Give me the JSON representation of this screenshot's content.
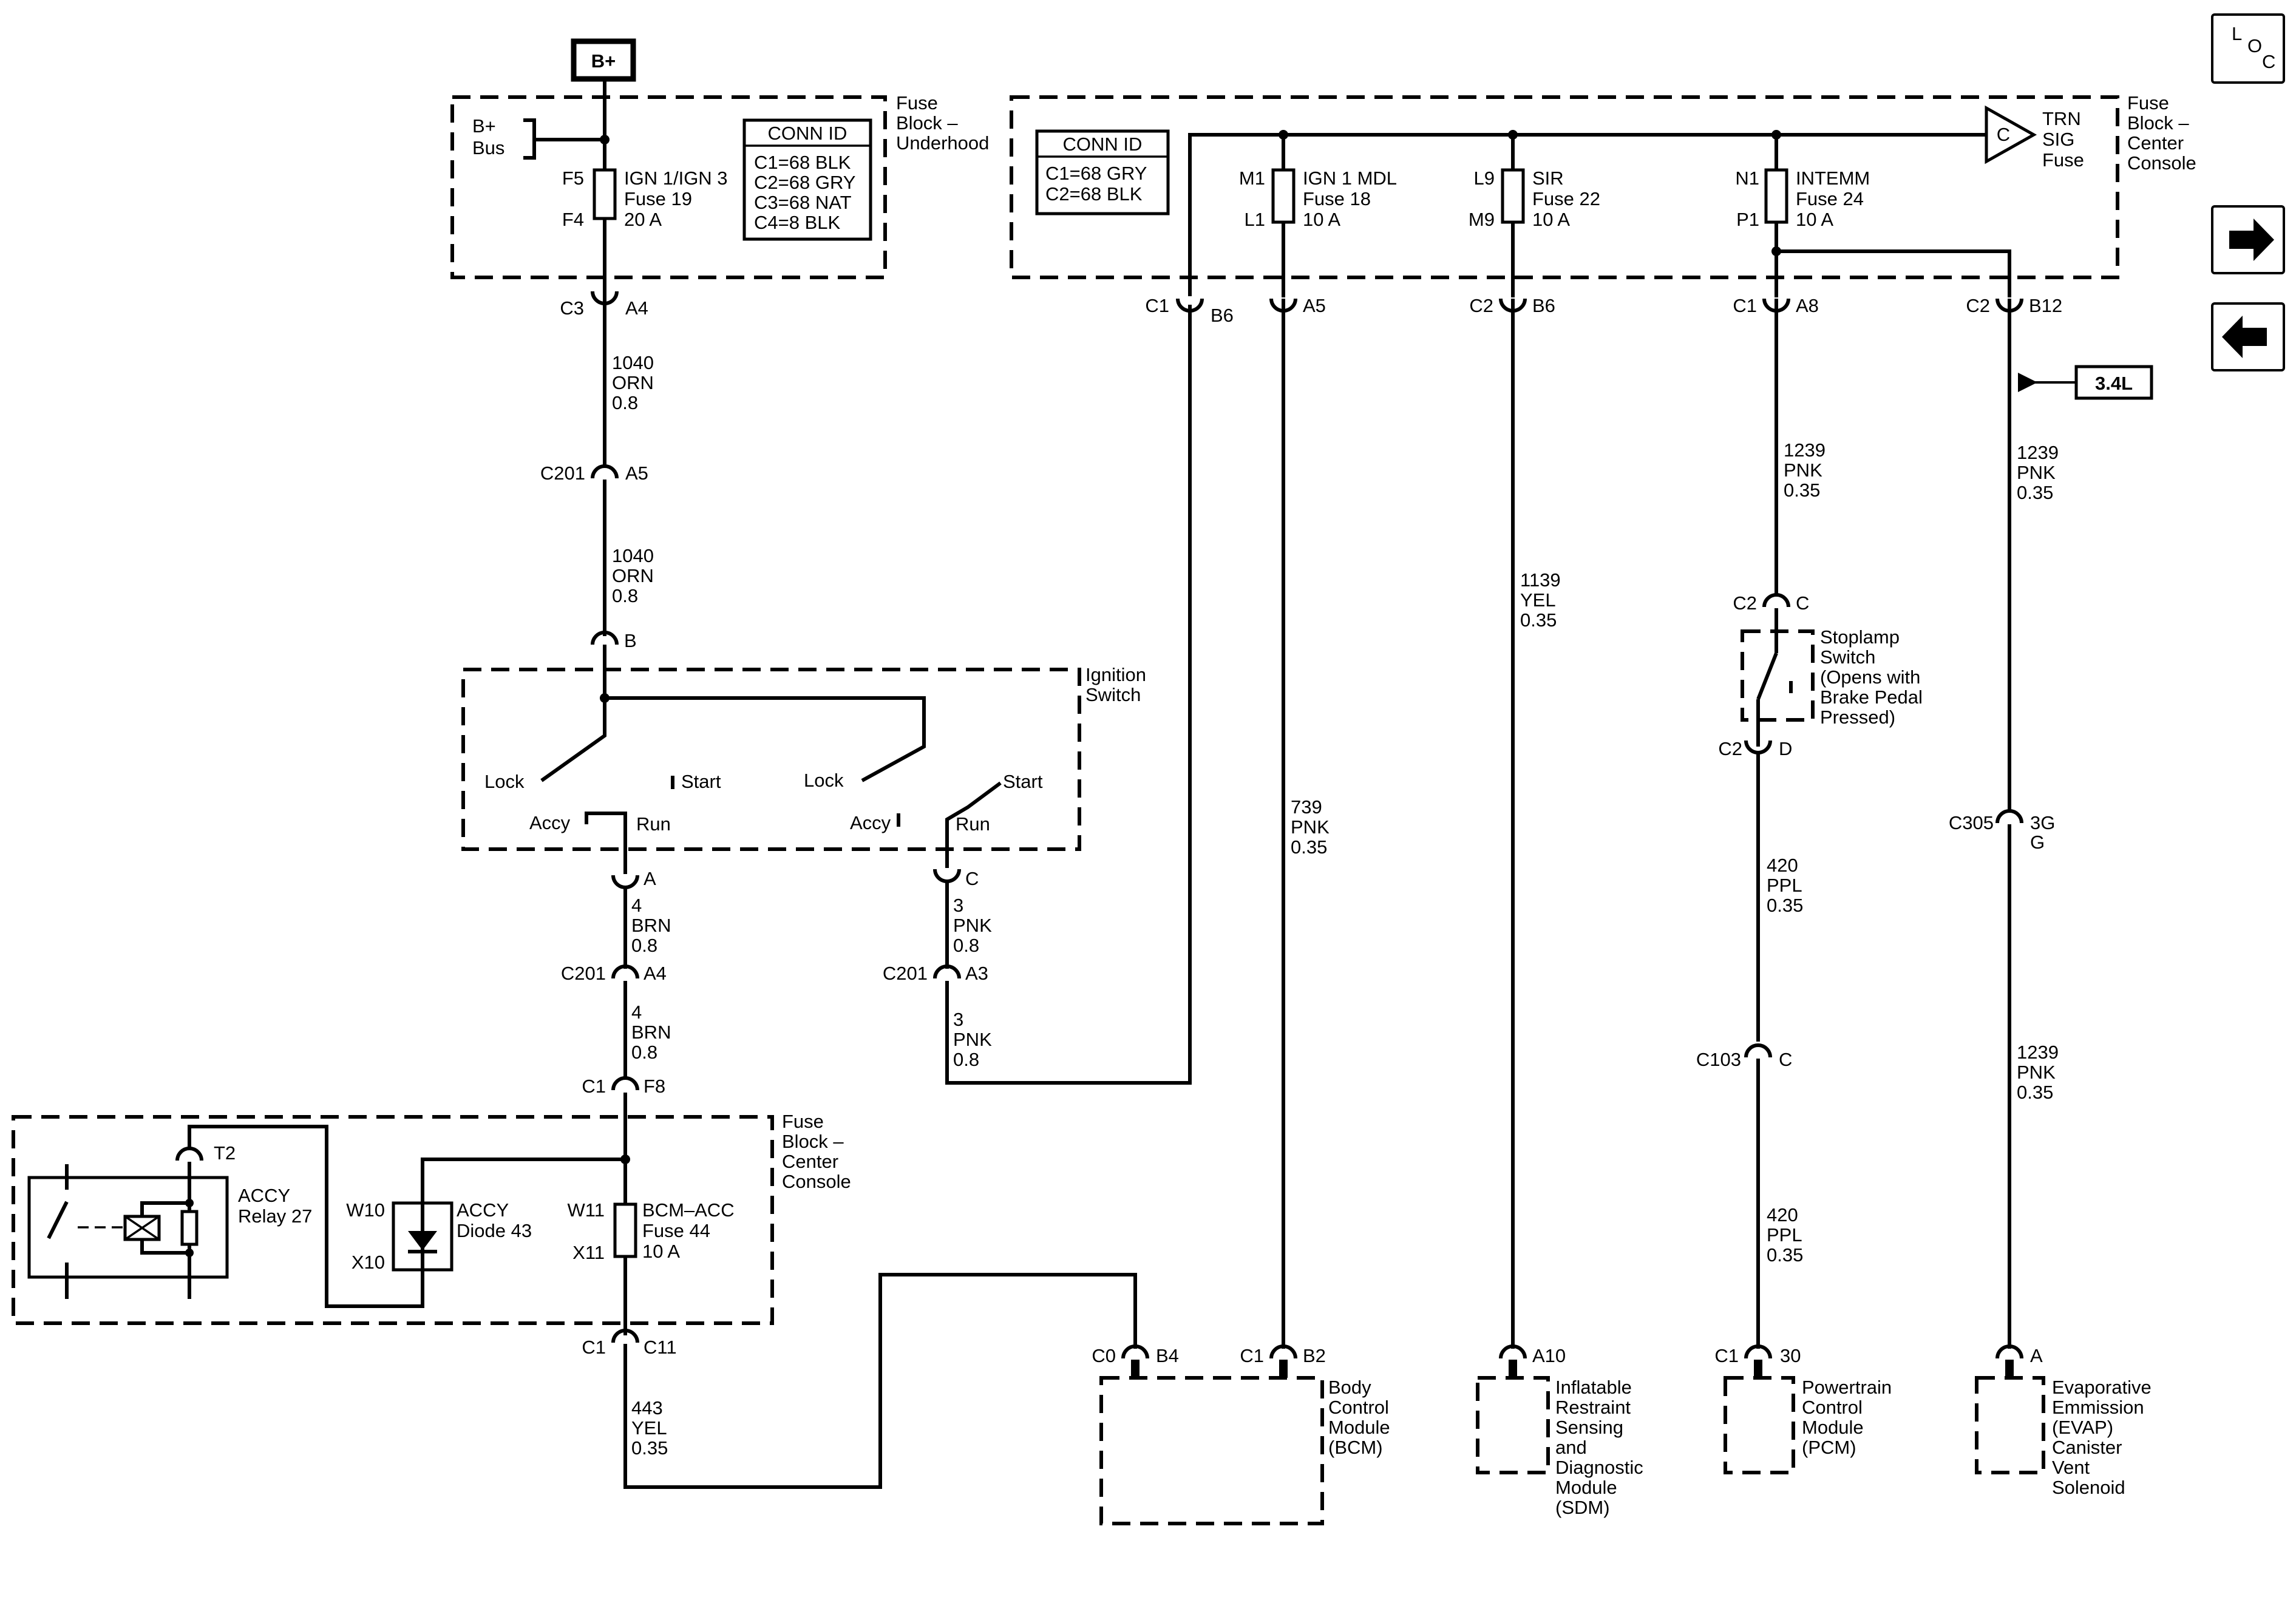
{
  "power": {
    "b_plus": "B+",
    "b_plus_bus": [
      "B+",
      "Bus"
    ]
  },
  "fuse_block_underhood": {
    "label": [
      "Fuse",
      "Block –",
      "Underhood"
    ],
    "conn_id": {
      "title": "CONN ID",
      "rows": [
        "C1=68 BLK",
        "C2=68 GRY",
        "C3=68 NAT",
        "C4=8 BLK"
      ]
    },
    "fuse": {
      "pin_top": "F5",
      "pin_bottom": "F4",
      "name": "IGN 1/IGN 3",
      "number": "Fuse 19",
      "rating": "20 A"
    }
  },
  "fuse_block_center_top": {
    "label": [
      "Fuse",
      "Block –",
      "Center",
      "Console"
    ],
    "conn_id": {
      "title": "CONN ID",
      "rows": [
        "C1=68 GRY",
        "C2=68 BLK"
      ]
    },
    "fuses": [
      {
        "pin_top": "M1",
        "pin_bottom": "L1",
        "name": "IGN 1 MDL",
        "number": "Fuse 18",
        "rating": "10 A"
      },
      {
        "pin_top": "L9",
        "pin_bottom": "M9",
        "name": "SIR",
        "number": "Fuse 22",
        "rating": "10 A"
      },
      {
        "pin_top": "N1",
        "pin_bottom": "P1",
        "name": "INTEMM",
        "number": "Fuse 24",
        "rating": "10 A"
      }
    ],
    "trn_sig": {
      "letter": "C",
      "label": [
        "TRN",
        "SIG",
        "Fuse"
      ]
    }
  },
  "connectors": {
    "c3_a4": [
      "C3",
      "A4"
    ],
    "c201_a5": [
      "C201",
      "A5"
    ],
    "ign_b": "B",
    "c1_b6": [
      "C1",
      "B6"
    ],
    "a5": "A5",
    "c2_b6": [
      "C2",
      "B6"
    ],
    "c1_a8": [
      "C1",
      "A8"
    ],
    "c2_b12": [
      "C2",
      "B12"
    ],
    "ign_a": "A",
    "ign_c": "C",
    "c201_a4": [
      "C201",
      "A4"
    ],
    "c201_a3": [
      "C201",
      "A3"
    ],
    "c1_f8": [
      "C1",
      "F8"
    ],
    "t2": "T2",
    "c1_c11": [
      "C1",
      "C11"
    ],
    "c0_b4": [
      "C0",
      "B4"
    ],
    "c1_b2": [
      "C1",
      "B2"
    ],
    "a10": "A10",
    "c1_30": [
      "C1",
      "30"
    ],
    "evap_a": "A",
    "c2_c": [
      "C2",
      "C"
    ],
    "c2_d": [
      "C2",
      "D"
    ],
    "c103_c": [
      "C103",
      "C"
    ],
    "c305": [
      "C305",
      "3G",
      "G"
    ]
  },
  "wires": {
    "w1040_a": [
      "1040",
      "ORN",
      "0.8"
    ],
    "w1040_b": [
      "1040",
      "ORN",
      "0.8"
    ],
    "w4_a": [
      "4",
      "BRN",
      "0.8"
    ],
    "w4_b": [
      "4",
      "BRN",
      "0.8"
    ],
    "w3_a": [
      "3",
      "PNK",
      "0.8"
    ],
    "w3_b": [
      "3",
      "PNK",
      "0.8"
    ],
    "w443": [
      "443",
      "YEL",
      "0.35"
    ],
    "w739": [
      "739",
      "PNK",
      "0.35"
    ],
    "w1139": [
      "1139",
      "YEL",
      "0.35"
    ],
    "w1239_a": [
      "1239",
      "PNK",
      "0.35"
    ],
    "w1239_b": [
      "1239",
      "PNK",
      "0.35"
    ],
    "w1239_c": [
      "1239",
      "PNK",
      "0.35"
    ],
    "w420_a": [
      "420",
      "PPL",
      "0.35"
    ],
    "w420_b": [
      "420",
      "PPL",
      "0.35"
    ]
  },
  "ignition_switch": {
    "label": [
      "Ignition",
      "Switch"
    ],
    "left": {
      "lock": "Lock",
      "start": "Start",
      "accy": "Accy",
      "run": "Run"
    },
    "right": {
      "lock": "Lock",
      "start": "Start",
      "accy": "Accy",
      "run": "Run"
    }
  },
  "fuse_block_center_bottom": {
    "label": [
      "Fuse",
      "Block –",
      "Center",
      "Console"
    ],
    "relay": [
      "ACCY",
      "Relay 27"
    ],
    "diode": {
      "pin_top": "W10",
      "pin_bottom": "X10",
      "label": [
        "ACCY",
        "Diode 43"
      ]
    },
    "fuse": {
      "pin_top": "W11",
      "pin_bottom": "X11",
      "name": "BCM–ACC",
      "number": "Fuse 44",
      "rating": "10 A"
    }
  },
  "stoplamp_switch": [
    "Stoplamp",
    "Switch",
    "(Opens with",
    "Brake Pedal",
    "Pressed)"
  ],
  "engine_tag": "3.4L",
  "modules": {
    "bcm": [
      "Body",
      "Control",
      "Module",
      "(BCM)"
    ],
    "sdm": [
      "Inflatable",
      "Restraint",
      "Sensing",
      "and",
      "Diagnostic",
      "Module",
      "(SDM)"
    ],
    "pcm": [
      "Powertrain",
      "Control",
      "Module",
      "(PCM)"
    ],
    "evap": [
      "Evaporative",
      "Emmission",
      "(EVAP)",
      "Canister",
      "Vent",
      "Solenoid"
    ]
  },
  "loc_icon": [
    "L",
    "O",
    "C"
  ],
  "icons": {
    "loc": "loc-icon",
    "next": "arrow-right-icon",
    "prev": "arrow-left-icon"
  }
}
